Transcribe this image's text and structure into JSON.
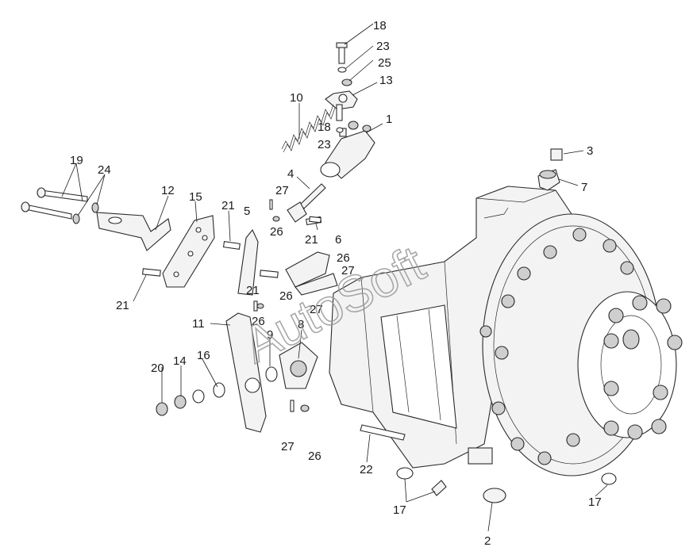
{
  "watermark": "AutoSoft",
  "callouts": [
    {
      "id": "c1",
      "text": "1"
    },
    {
      "id": "c2",
      "text": "2"
    },
    {
      "id": "c3",
      "text": "3"
    },
    {
      "id": "c4",
      "text": "4"
    },
    {
      "id": "c5",
      "text": "5"
    },
    {
      "id": "c6",
      "text": "6"
    },
    {
      "id": "c7",
      "text": "7"
    },
    {
      "id": "c8",
      "text": "8"
    },
    {
      "id": "c9",
      "text": "9"
    },
    {
      "id": "c10",
      "text": "10"
    },
    {
      "id": "c11",
      "text": "11"
    },
    {
      "id": "c12",
      "text": "12"
    },
    {
      "id": "c13",
      "text": "13"
    },
    {
      "id": "c14",
      "text": "14"
    },
    {
      "id": "c15",
      "text": "15"
    },
    {
      "id": "c16",
      "text": "16"
    },
    {
      "id": "c17a",
      "text": "17"
    },
    {
      "id": "c17b",
      "text": "17"
    },
    {
      "id": "c18a",
      "text": "18"
    },
    {
      "id": "c18b",
      "text": "18"
    },
    {
      "id": "c19",
      "text": "19"
    },
    {
      "id": "c20",
      "text": "20"
    },
    {
      "id": "c21a",
      "text": "21"
    },
    {
      "id": "c21b",
      "text": "21"
    },
    {
      "id": "c21c",
      "text": "21"
    },
    {
      "id": "c21d",
      "text": "21"
    },
    {
      "id": "c22",
      "text": "22"
    },
    {
      "id": "c23a",
      "text": "23"
    },
    {
      "id": "c23b",
      "text": "23"
    },
    {
      "id": "c24",
      "text": "24"
    },
    {
      "id": "c25",
      "text": "25"
    },
    {
      "id": "c26a",
      "text": "26"
    },
    {
      "id": "c26b",
      "text": "26"
    },
    {
      "id": "c26c",
      "text": "26"
    },
    {
      "id": "c26d",
      "text": "26"
    },
    {
      "id": "c26e",
      "text": "26"
    },
    {
      "id": "c27a",
      "text": "27"
    },
    {
      "id": "c27b",
      "text": "27"
    },
    {
      "id": "c27c",
      "text": "27"
    },
    {
      "id": "c27d",
      "text": "27"
    }
  ]
}
